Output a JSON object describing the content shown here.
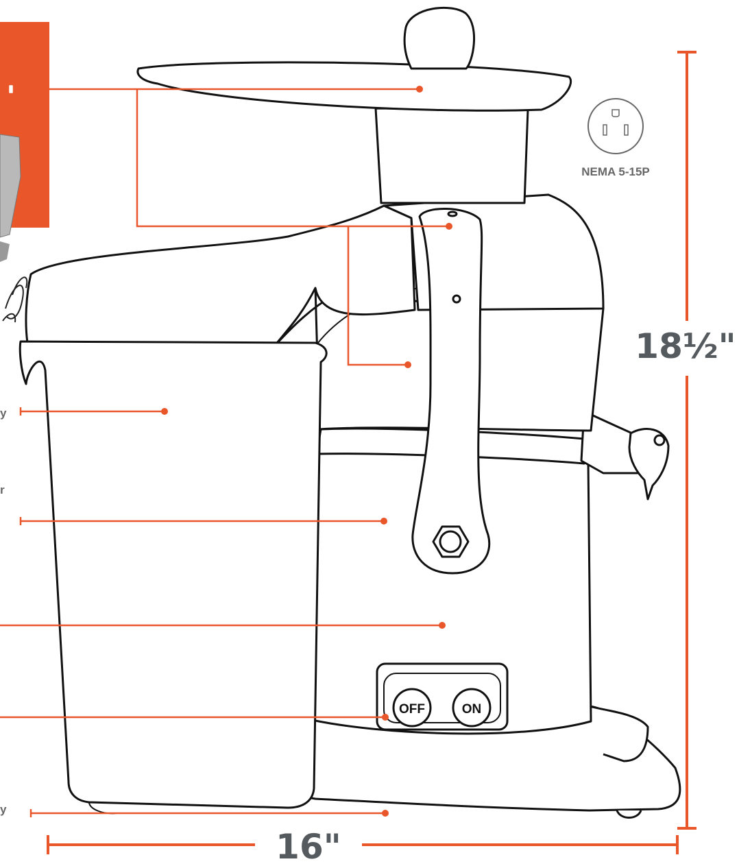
{
  "colors": {
    "accent": "#e9562a",
    "outline": "#111111",
    "dimension_text": "#555a5e"
  },
  "plug": {
    "icon": "nema-plug-icon",
    "label": "NEMA 5-15P"
  },
  "dimensions": {
    "height": "18½\"",
    "width": "16\""
  },
  "control_panel": {
    "off_label": "OFF",
    "on_label": "ON"
  },
  "partial_labels": {
    "left_1": "y",
    "left_2": "r",
    "left_3": "y"
  }
}
